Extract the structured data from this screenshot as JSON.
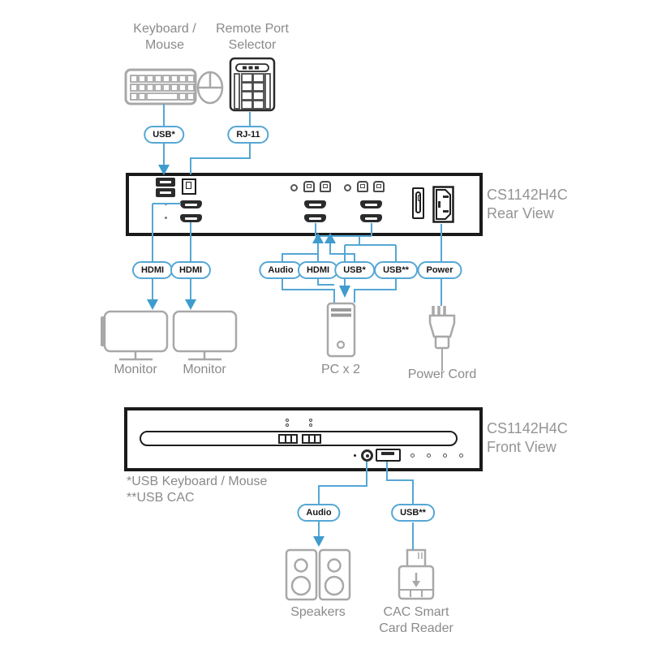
{
  "device": {
    "model": "CS1142H4C"
  },
  "labels": {
    "keyboard_mouse": "Keyboard /\nMouse",
    "remote_port_selector": "Remote Port\nSelector",
    "rear_view": "CS1142H4C\nRear View",
    "front_view": "CS1142H4C\nFront View",
    "monitor_1": "Monitor",
    "monitor_2": "Monitor",
    "pc": "PC x 2",
    "power_cord": "Power Cord",
    "speakers": "Speakers",
    "cac_reader": "CAC Smart\nCard Reader",
    "footnote_usb": "*USB Keyboard / Mouse",
    "footnote_cac": "**USB CAC"
  },
  "pills": {
    "kb_usb": "USB*",
    "rj11": "RJ-11",
    "hdmi_out_1": "HDMI",
    "hdmi_out_2": "HDMI",
    "audio": "Audio",
    "hdmi_pc": "HDMI",
    "usb_pc": "USB*",
    "usb_cac_pc": "USB**",
    "power": "Power",
    "front_audio": "Audio",
    "front_usb_cac": "USB**"
  },
  "colors": {
    "line_blue": "#55a7d5",
    "arrow_blue": "#3f9ccd",
    "icon_gray": "#a8a8a8",
    "text_gray": "#8a8a8a",
    "panel_border": "#1a1a1a"
  }
}
